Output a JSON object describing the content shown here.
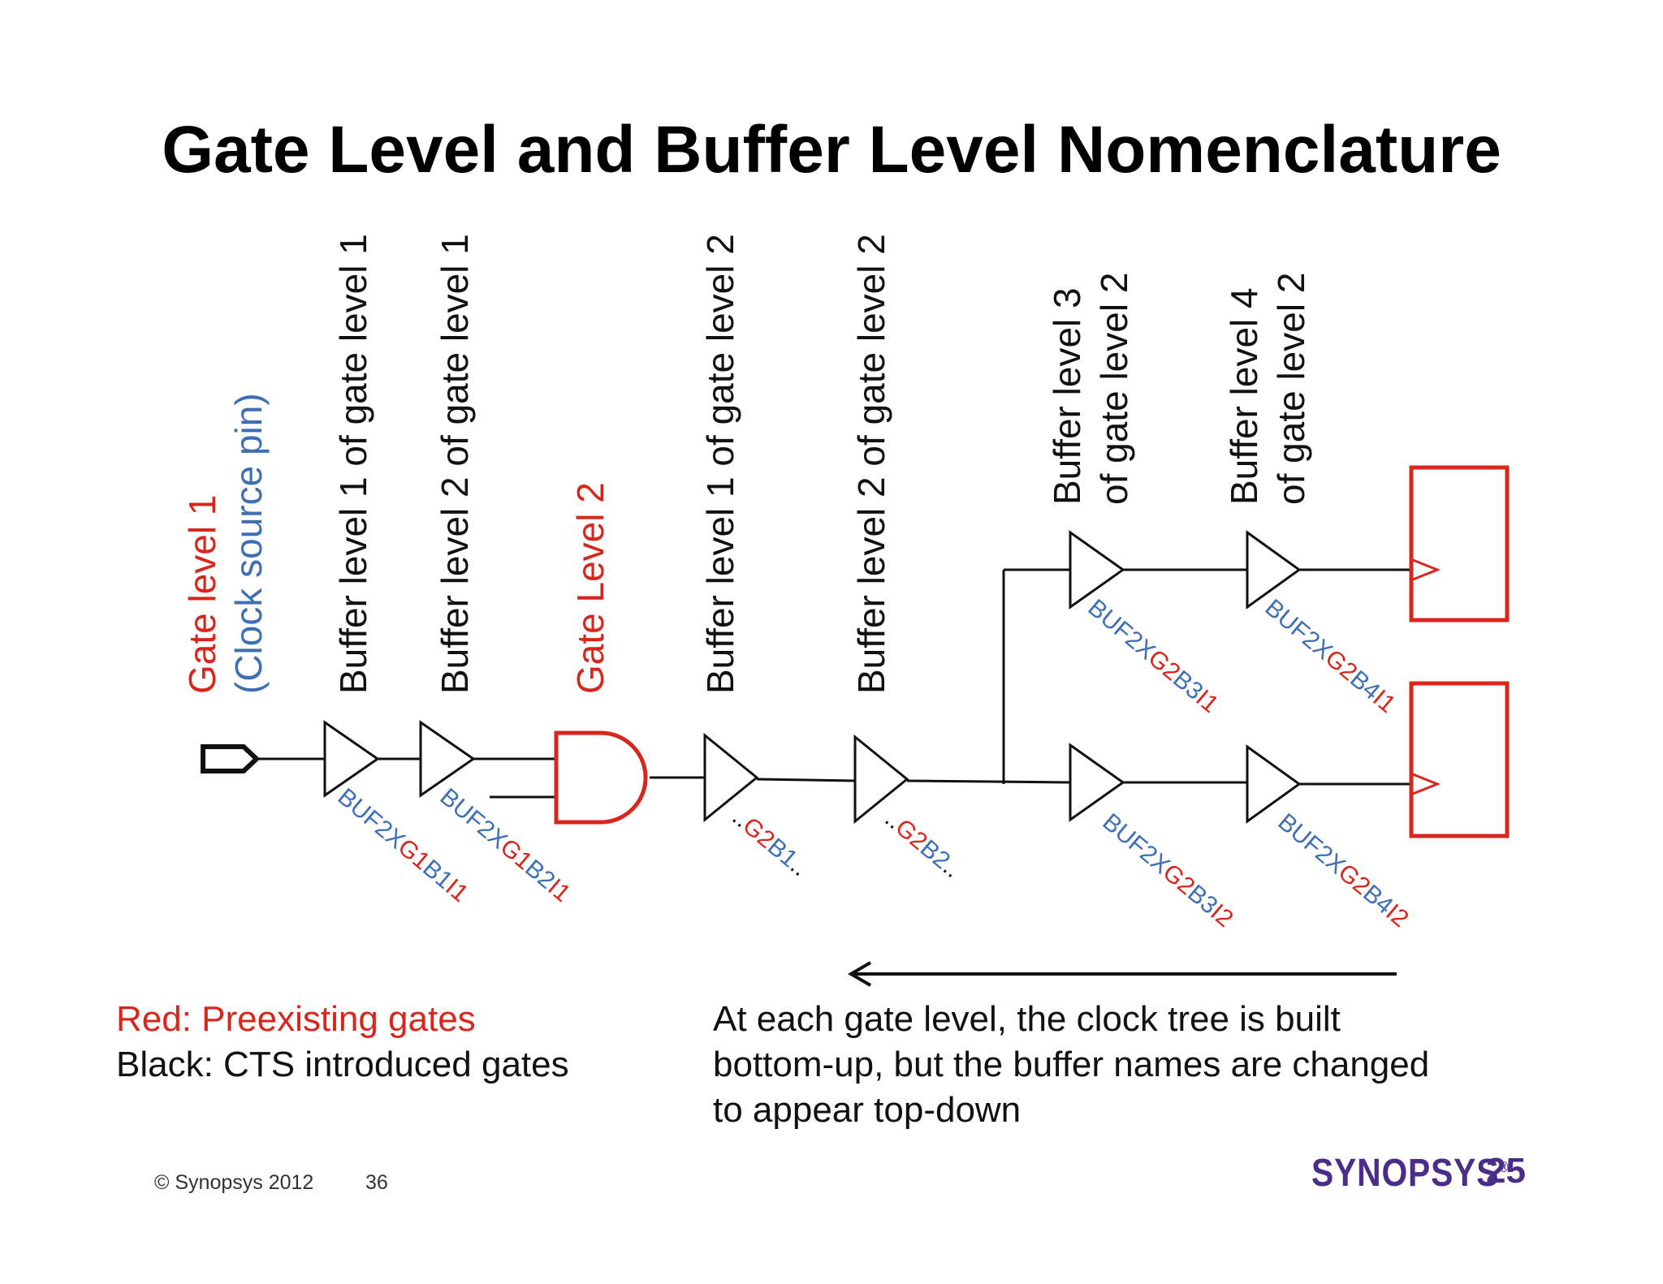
{
  "title": "Gate Level and Buffer Level Nomenclature",
  "colors": {
    "red": "#d9261c",
    "blue": "#3e6fb5",
    "black": "#111111"
  },
  "vertical_labels": {
    "gate_level_1": "Gate level 1",
    "clock_source_pin": "(Clock source pin)",
    "buf_l1_g1": "Buffer level 1 of gate level 1",
    "buf_l2_g1": "Buffer level 2 of gate level 1",
    "gate_level_2": "Gate Level 2",
    "buf_l1_g2": "Buffer level 1 of gate level 2",
    "buf_l2_g2": "Buffer level 2 of gate level 2",
    "buf_l3_g2_line1": "Buffer level 3",
    "buf_l3_g2_line2": "of gate level 2",
    "buf_l4_g2_line1": "Buffer level 4",
    "buf_l4_g2_line2": "of gate level 2"
  },
  "buffer_names": {
    "b1": {
      "prefix": "BUF2X",
      "gate": "G1",
      "buf": "B1",
      "inst": "I1"
    },
    "b2": {
      "prefix": "BUF2X",
      "gate": "G1",
      "buf": "B2",
      "inst": "I1"
    },
    "b3": {
      "pre": "..",
      "gate": "G2",
      "buf": "B1",
      "post": ".."
    },
    "b4": {
      "pre": "..",
      "gate": "G2",
      "buf": "B2",
      "post": ".."
    },
    "b5": {
      "prefix": "BUF2X",
      "gate": "G2",
      "buf": "B3",
      "inst": "I1"
    },
    "b6": {
      "prefix": "BUF2X",
      "gate": "G2",
      "buf": "B4",
      "inst": "I1"
    },
    "b7": {
      "prefix": "BUF2X",
      "gate": "G2",
      "buf": "B3",
      "inst": "I2"
    },
    "b8": {
      "prefix": "BUF2X",
      "gate": "G2",
      "buf": "B4",
      "inst": "I2"
    }
  },
  "legend": {
    "red_text": "Red: Preexisting gates",
    "black_text": "Black: CTS introduced gates"
  },
  "note": {
    "line1": "At each gate level, the  clock tree is built",
    "line2": "bottom-up, but the  buffer names are changed",
    "line3": "to appear top-down"
  },
  "footer": {
    "copyright": "© Synopsys 2012",
    "page_number": "36"
  },
  "logo": {
    "brand": "SYNOPSYS",
    "mark": "®",
    "badge": "25"
  }
}
